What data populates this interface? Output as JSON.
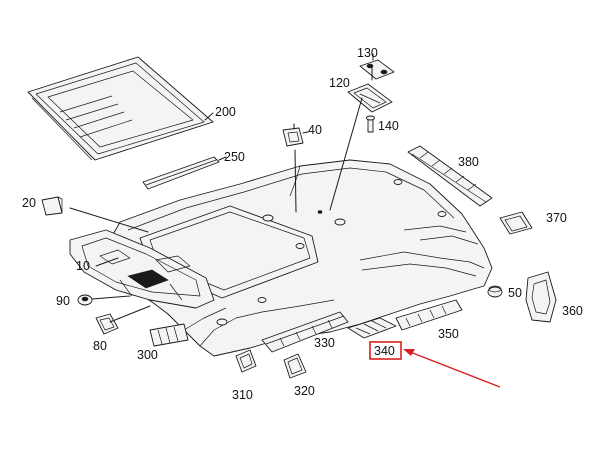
{
  "diagram": {
    "callouts": [
      {
        "id": "c130",
        "text": "130"
      },
      {
        "id": "c120",
        "text": "120"
      },
      {
        "id": "c140",
        "text": "140"
      },
      {
        "id": "c200",
        "text": "200"
      },
      {
        "id": "c40",
        "text": "40"
      },
      {
        "id": "c250",
        "text": "250"
      },
      {
        "id": "c380",
        "text": "380"
      },
      {
        "id": "c20",
        "text": "20"
      },
      {
        "id": "c370",
        "text": "370"
      },
      {
        "id": "c10",
        "text": "10"
      },
      {
        "id": "c50",
        "text": "50"
      },
      {
        "id": "c90",
        "text": "90"
      },
      {
        "id": "c360",
        "text": "360"
      },
      {
        "id": "c350",
        "text": "350"
      },
      {
        "id": "c80",
        "text": "80"
      },
      {
        "id": "c300",
        "text": "300"
      },
      {
        "id": "c330",
        "text": "330"
      },
      {
        "id": "c340",
        "text": "340"
      },
      {
        "id": "c310",
        "text": "310"
      },
      {
        "id": "c320",
        "text": "320"
      }
    ],
    "highlight": {
      "part": "340",
      "color": "#d62020"
    }
  }
}
